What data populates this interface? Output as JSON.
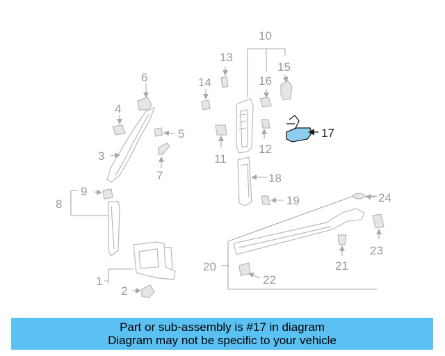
{
  "diagram": {
    "callouts": [
      "1",
      "2",
      "3",
      "4",
      "5",
      "6",
      "7",
      "8",
      "9",
      "10",
      "11",
      "12",
      "13",
      "14",
      "15",
      "16",
      "17",
      "18",
      "19",
      "20",
      "21",
      "22",
      "23",
      "24"
    ],
    "highlighted_part": "17",
    "highlight_color": "#8ecdf0"
  },
  "banner": {
    "line1": "Part or sub-assembly is #17 in diagram",
    "line2": "Diagram may not be specific to your vehicle",
    "background": "#5bc1f2"
  }
}
